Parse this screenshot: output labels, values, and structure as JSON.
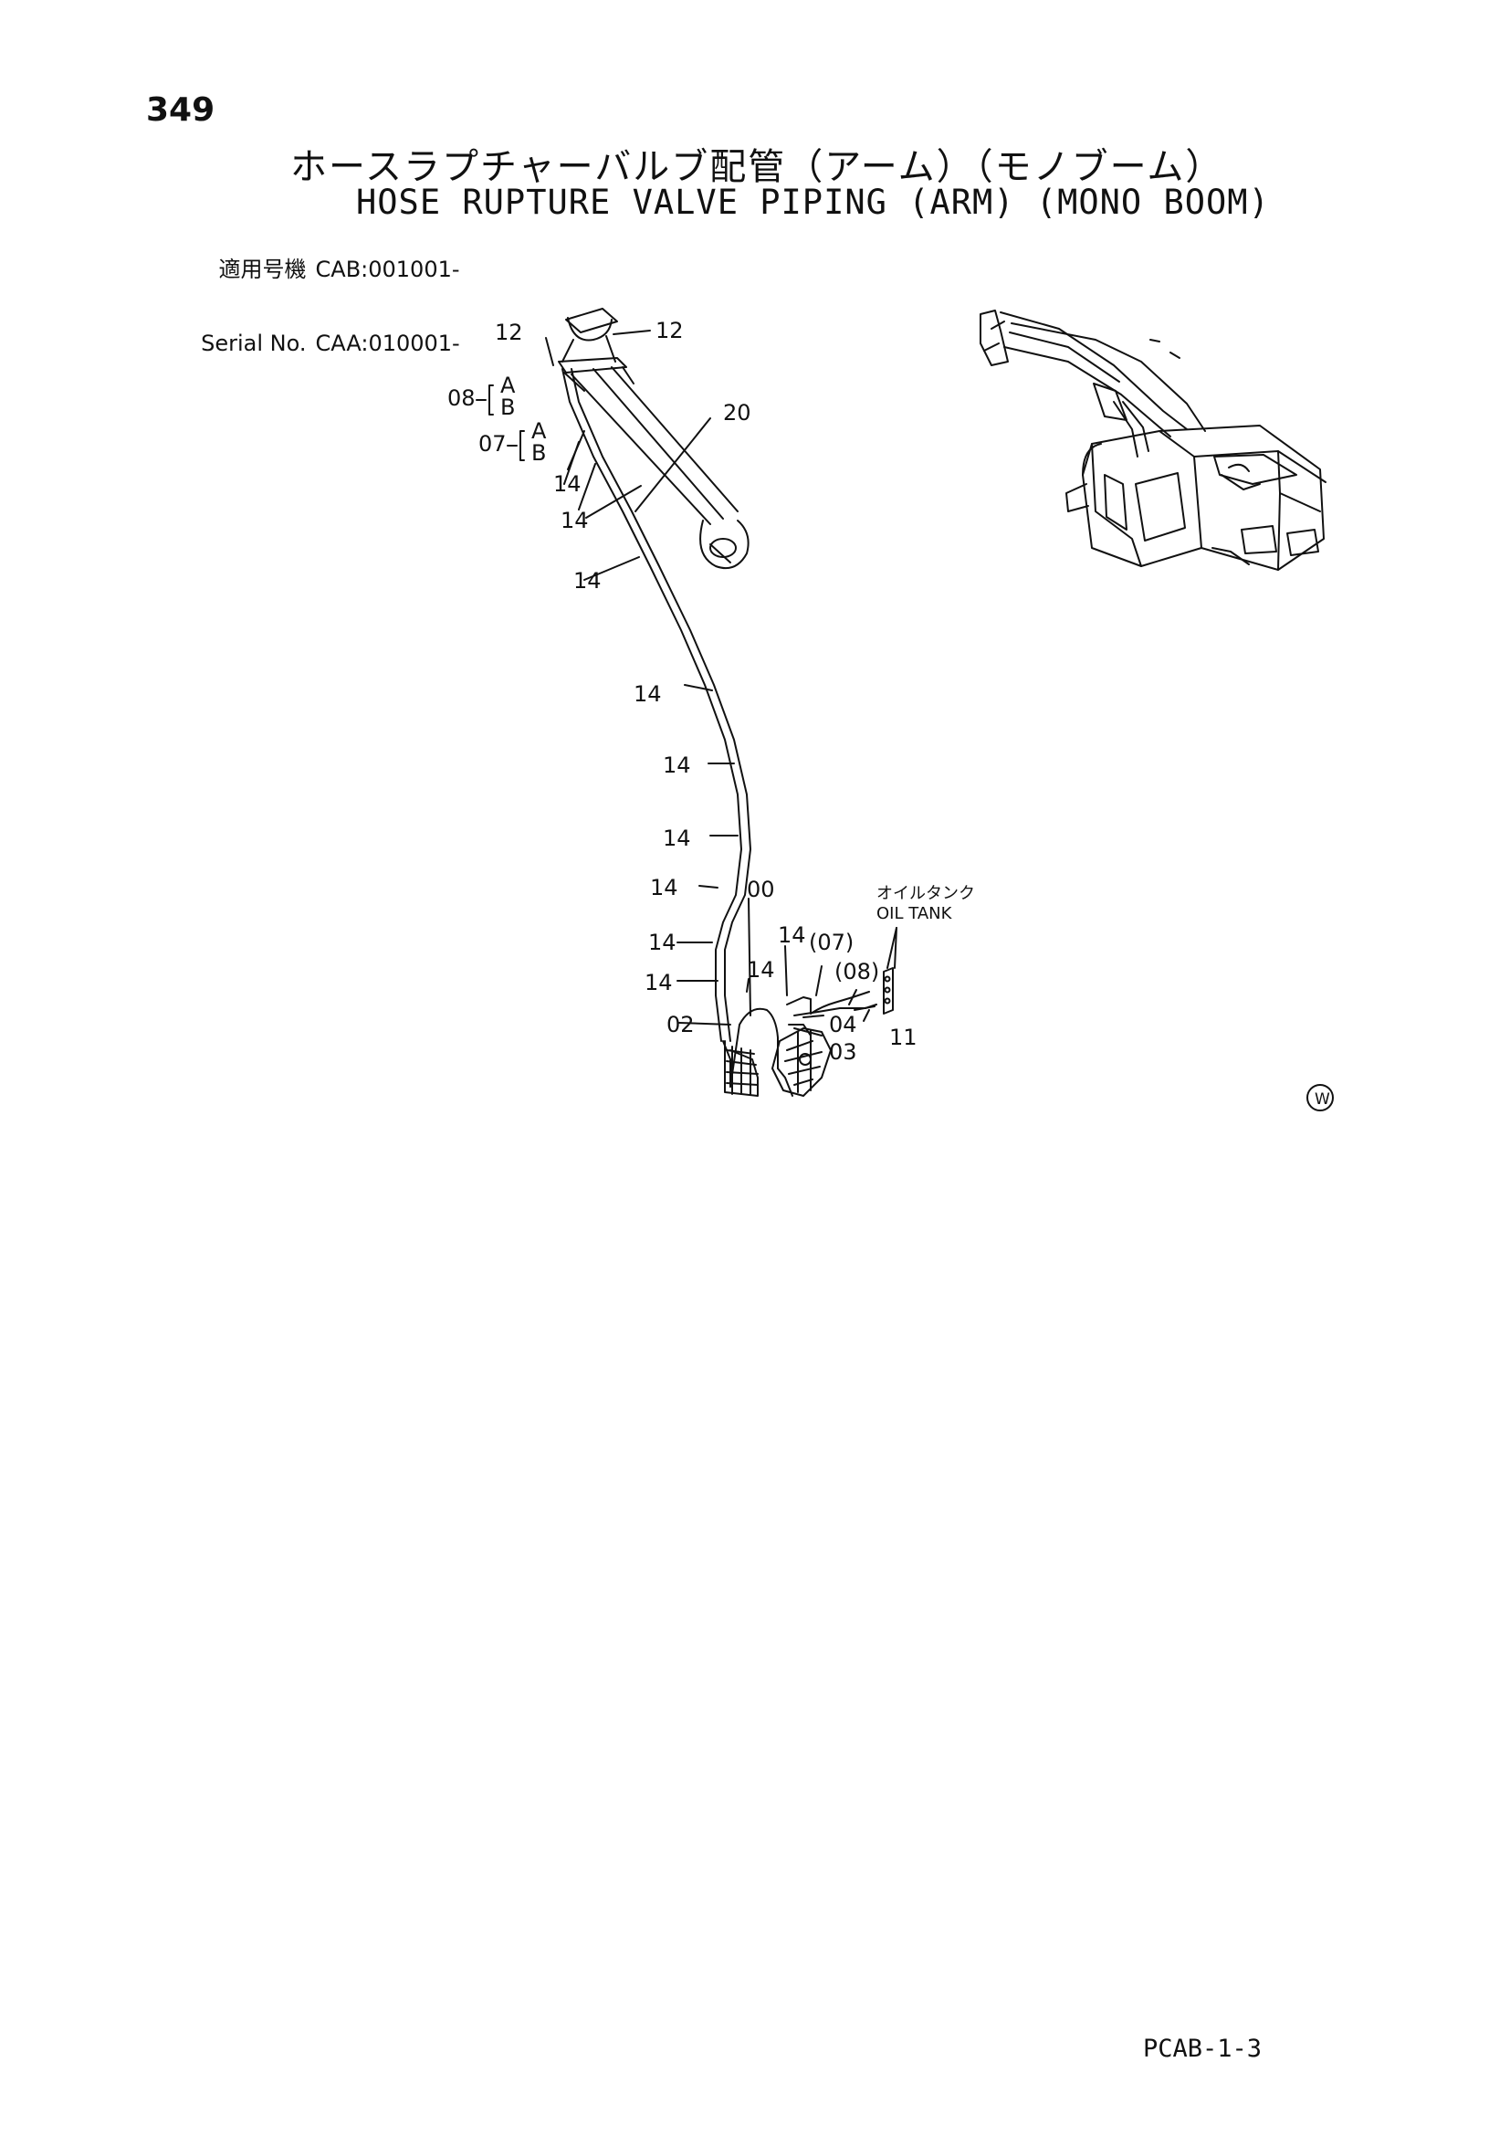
{
  "page": {
    "number": "349",
    "title_jp": "ホースラプチャーバルブ配管（アーム）（モノブーム）",
    "title_en": "HOSE RUPTURE VALVE PIPING (ARM) (MONO BOOM)",
    "footer_code": "PCAB-1-3"
  },
  "serial": {
    "jp_label": "適用号機",
    "jp_value": "CAB:001001-",
    "en_label": "Serial No.",
    "en_value": "CAA:010001-"
  },
  "diagram": {
    "callouts": {
      "c12a": "12",
      "c12b": "12",
      "c08": "08",
      "c07": "07",
      "a1": "A",
      "b1": "B",
      "a2": "A",
      "b2": "B",
      "c20": "20",
      "c14_1": "14",
      "c14_2": "14",
      "c14_3": "14",
      "c14_4": "14",
      "c14_5": "14",
      "c14_6": "14",
      "c14_7": "14",
      "c14_8": "14",
      "c14_9": "14",
      "c14_10": "14",
      "c14_11": "14",
      "c00": "00",
      "c07p": "(07)",
      "c08p": "(08)",
      "c02": "02",
      "c04": "04",
      "c03": "03",
      "c11": "11"
    },
    "oil_tank_jp": "オイルタンク",
    "oil_tank_en": "OIL TANK",
    "w_mark": "W"
  }
}
